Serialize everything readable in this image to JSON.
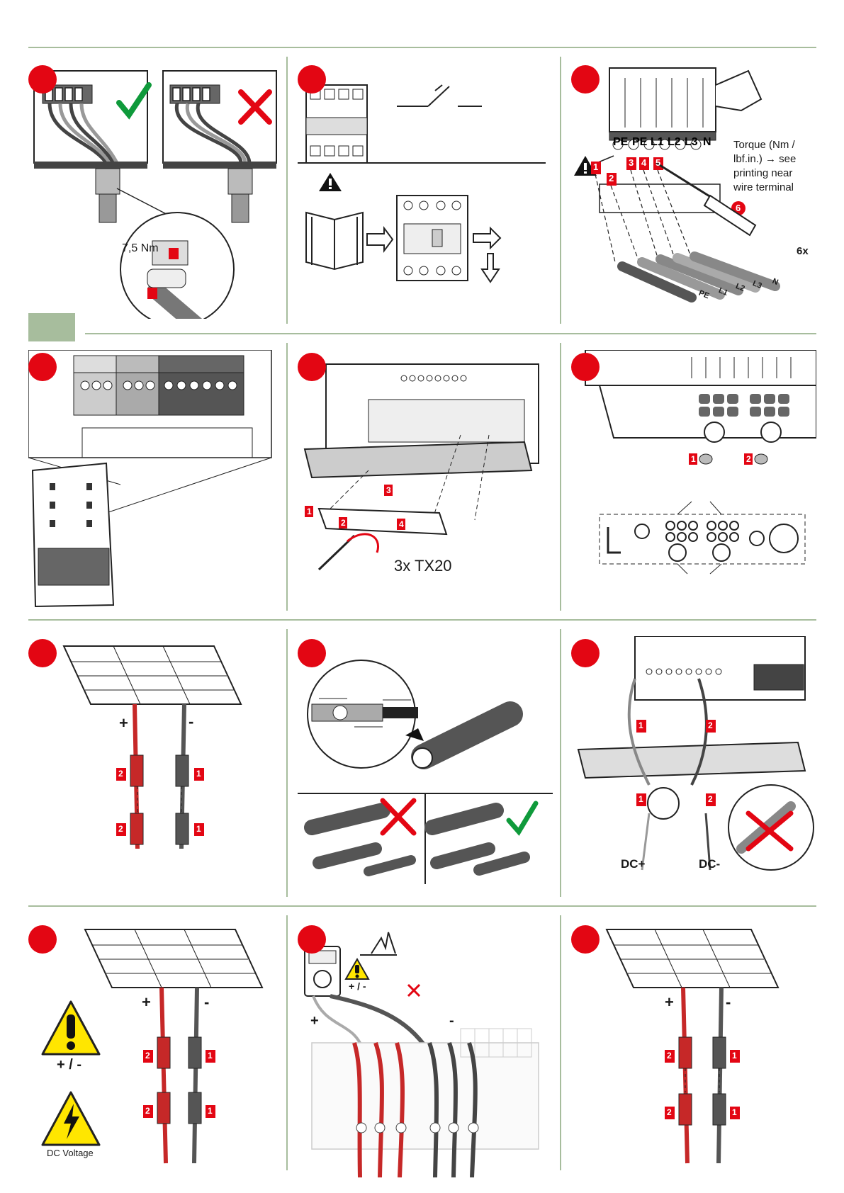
{
  "colors": {
    "accent": "#e30613",
    "frame": "#a7bd9d",
    "check": "#0f9a3b",
    "cross": "#e30613",
    "warn": "#ffe600"
  },
  "p1": {
    "torque": "7,5 Nm",
    "icons": [
      "check-icon",
      "cross-icon"
    ]
  },
  "p2": {
    "icons": [
      "warning-icon",
      "manual-icon"
    ]
  },
  "p3": {
    "terminals": [
      "PE",
      "PE",
      "L1",
      "L2",
      "L3",
      "N"
    ],
    "steps": [
      "1",
      "2",
      "3",
      "4",
      "5",
      "6"
    ],
    "note_lines": [
      "Torque (Nm /",
      "lbf.in.) → see",
      "printing near",
      "wire terminal"
    ],
    "repeat": "6x",
    "cable_labels": [
      "PE",
      "L1",
      "L2",
      "L3",
      "N"
    ]
  },
  "p5": {
    "tool": "3x TX20",
    "steps": [
      "1",
      "2",
      "3",
      "4"
    ]
  },
  "p6": {
    "steps": [
      "1",
      "2"
    ]
  },
  "p7": {
    "plus": "+",
    "minus": "-",
    "steps": [
      "2",
      "1",
      "2",
      "1"
    ]
  },
  "p9": {
    "dc_plus": "DC+",
    "dc_minus": "DC-",
    "steps": [
      "1",
      "2",
      "1",
      "2"
    ]
  },
  "p10": {
    "plus": "+",
    "minus": "-",
    "polarity": "+ / -",
    "dc_voltage": "DC Voltage",
    "steps": [
      "2",
      "1",
      "2",
      "1"
    ]
  },
  "p11": {
    "plus": "+",
    "minus": "-",
    "polarity": "+ / -"
  },
  "p12": {
    "plus": "+",
    "minus": "-",
    "steps": [
      "2",
      "1",
      "2",
      "1"
    ]
  }
}
